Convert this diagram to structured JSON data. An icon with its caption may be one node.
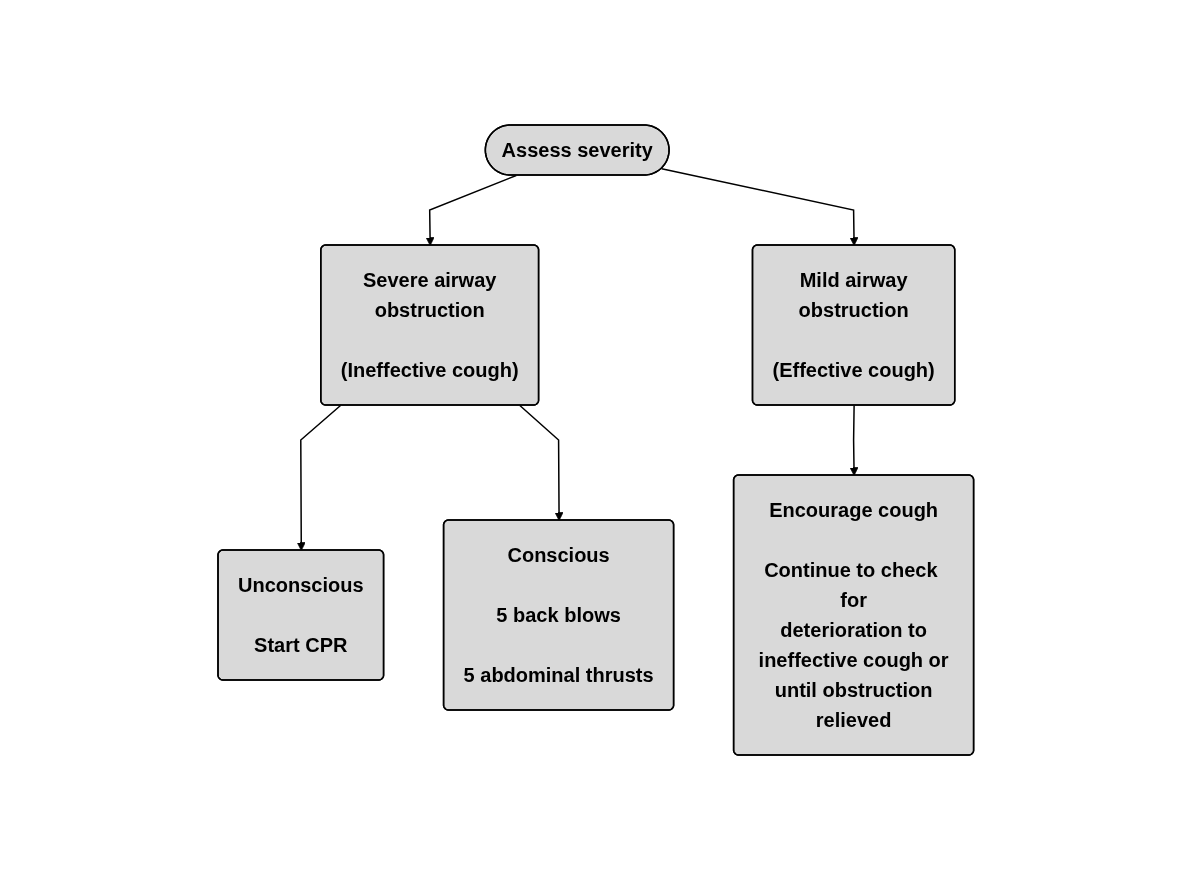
{
  "diagram": {
    "nodes": [
      {
        "text": [
          "Assess severity"
        ]
      },
      {
        "text": [
          "Severe airway obstruction",
          "(Ineffective cough)"
        ]
      },
      {
        "text": [
          "Mild airway obstruction",
          "(Effective cough)"
        ]
      },
      {
        "text": [
          "Unconscious",
          "Start CPR"
        ]
      },
      {
        "text": [
          "Conscious",
          "5 back blows",
          "5 abdominal thrusts"
        ]
      },
      {
        "text": [
          "Encourage cough",
          "Continue to check for deterioration to ineffective cough or until obstruction relieved"
        ]
      }
    ],
    "edges": [
      {
        "from": 0,
        "to": 1,
        "arrow": "to"
      },
      {
        "from": 0,
        "to": 2,
        "arrow": "to"
      },
      {
        "from": 1,
        "to": 3,
        "arrow": "to"
      },
      {
        "from": 1,
        "to": 4,
        "arrow": "to"
      },
      {
        "from": 2,
        "to": 5,
        "arrow": "to"
      }
    ]
  }
}
